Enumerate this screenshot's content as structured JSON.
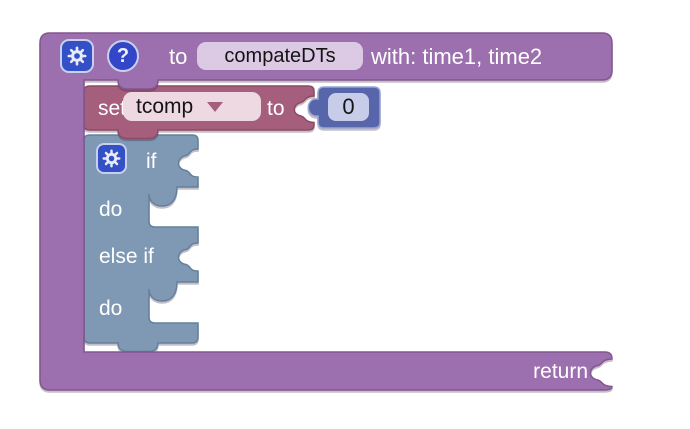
{
  "colors": {
    "canvas": "#FFFFFF",
    "procedure": "#9C70AE",
    "procedure_border": "#83568F",
    "setter": "#A55F7D",
    "setter_border": "#8C4A65",
    "control": "#7F99B4",
    "control_border": "#64809B",
    "value": "#5765AB",
    "value_border": "#9AA5D3",
    "name_field_bg": "#DCC9E4",
    "dropdown_bg": "#EED9E2",
    "value_field_bg": "#C7CDE8",
    "icon_button_bg": "#3350C7",
    "icon_button_border": "#C8D0EE",
    "label_text": "#FFFFFF",
    "field_text": "#141414"
  },
  "procedure_block": {
    "to_label": "to",
    "name_field": "compateDTs",
    "params_label": "with: time1, time2",
    "return_label": "return",
    "help_glyph": "?"
  },
  "set_block": {
    "set_label": "set",
    "variable_field": "tcomp",
    "to_label": "to"
  },
  "value_block": {
    "value_field": "0"
  },
  "if_block": {
    "if_label": "if",
    "do_label": "do",
    "else_if_label": "else if",
    "do2_label": "do"
  }
}
